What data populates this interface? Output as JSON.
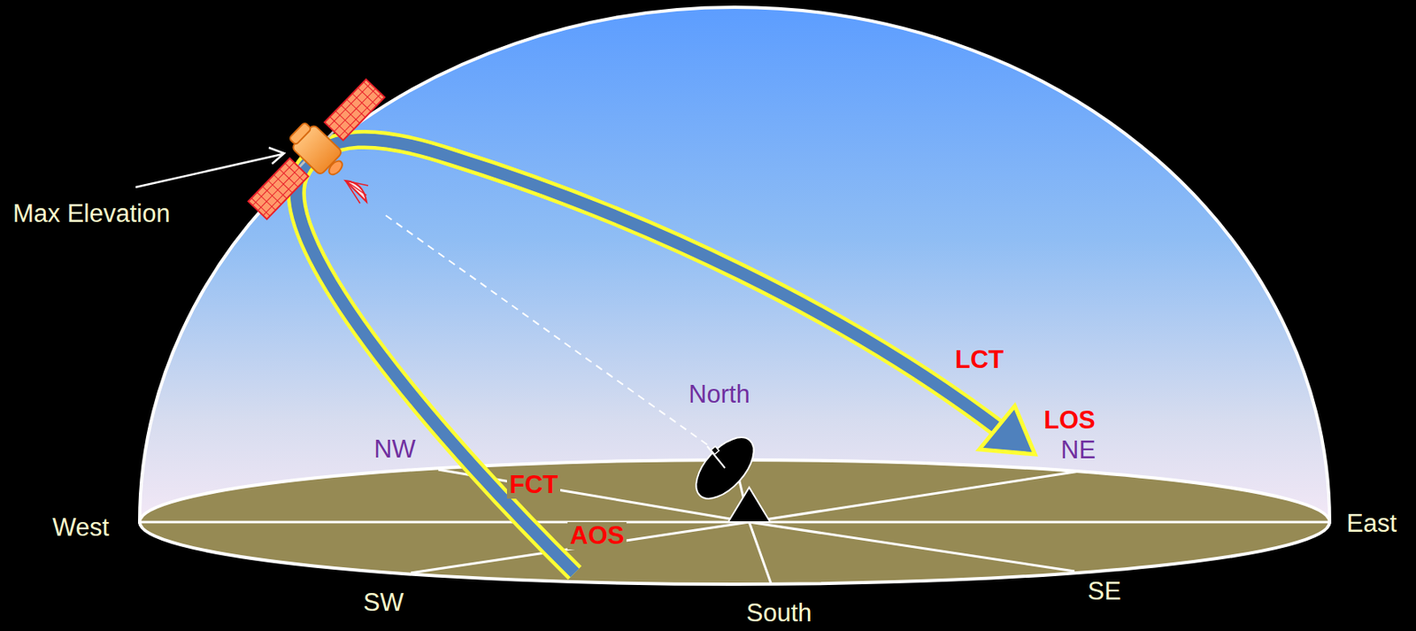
{
  "diagram": {
    "labels": [
      "Max Elevation",
      "North",
      "NW",
      "NE",
      "West",
      "East",
      "SW",
      "South",
      "SE",
      "FCT",
      "AOS",
      "LCT",
      "LOS"
    ]
  }
}
